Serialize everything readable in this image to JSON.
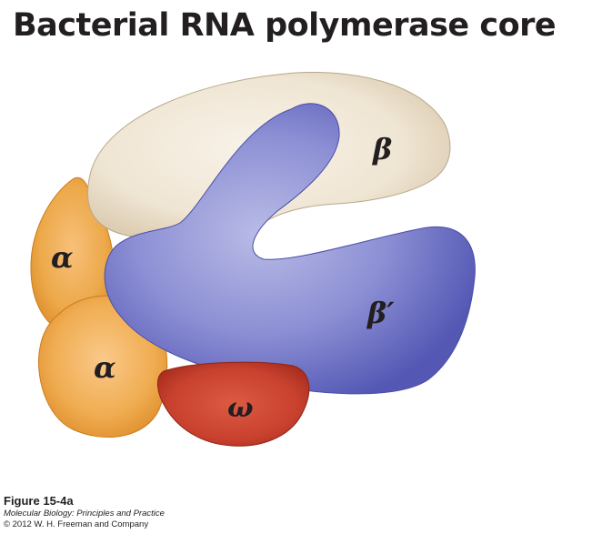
{
  "title": "Bacterial RNA polymerase core",
  "subunits": {
    "beta": "β",
    "beta_prime": "β′",
    "alpha_upper": "α",
    "alpha_lower": "α",
    "omega": "ω"
  },
  "colors": {
    "beta": "#efe4d2",
    "beta_prime": "#6f73c6",
    "alpha": "#eda94a",
    "omega": "#c8412e"
  },
  "caption": {
    "figure": "Figure 15-4a",
    "book": "Molecular Biology: Principles and Practice",
    "copyright": "© 2012 W. H. Freeman and Company"
  }
}
